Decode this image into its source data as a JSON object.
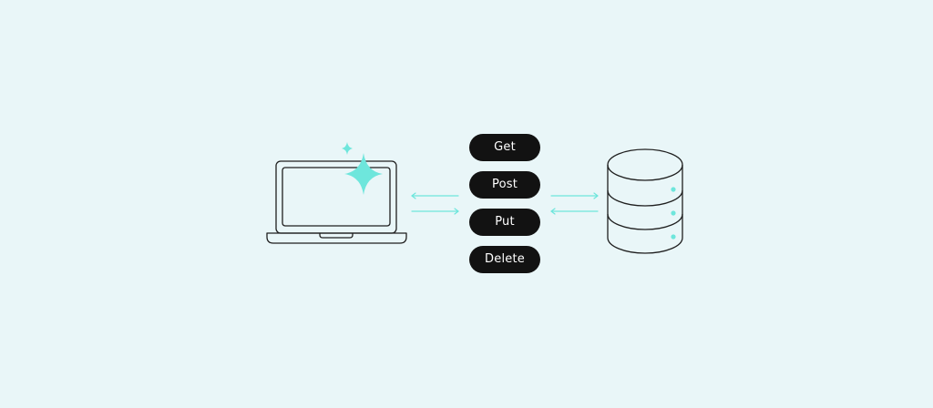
{
  "methods": {
    "get": "Get",
    "post": "Post",
    "put": "Put",
    "delete": "Delete"
  },
  "colors": {
    "background": "#e9f6f8",
    "accent": "#6ee6dc",
    "ink": "#1f1f1f",
    "pill": "#121212",
    "pill_text": "#ffffff"
  },
  "icons": {
    "client": "laptop-icon",
    "server": "database-icon",
    "highlight": "sparkle-icon"
  }
}
